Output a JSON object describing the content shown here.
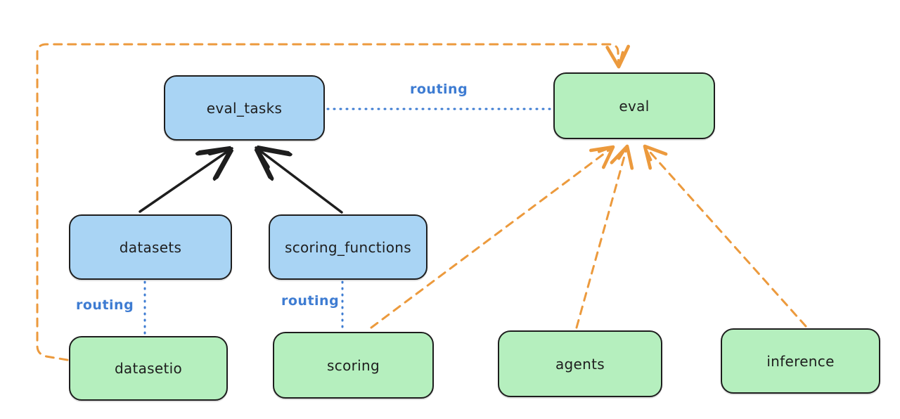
{
  "diagram": {
    "background": "#ffffff",
    "colors": {
      "node_blue_fill": "#a9d4f4",
      "node_green_fill": "#b5efbe",
      "node_stroke": "#1e1e1e",
      "routing_blue": "#3e7cd2",
      "orange_dashed": "#ec9a3d",
      "black_arrow": "#1e1e1e"
    },
    "nodes": [
      {
        "id": "eval_tasks",
        "label": "eval_tasks",
        "color": "blue"
      },
      {
        "id": "eval",
        "label": "eval",
        "color": "green"
      },
      {
        "id": "datasets",
        "label": "datasets",
        "color": "blue"
      },
      {
        "id": "scoring_functions",
        "label": "scoring_functions",
        "color": "blue"
      },
      {
        "id": "datasetio",
        "label": "datasetio",
        "color": "green"
      },
      {
        "id": "scoring",
        "label": "scoring",
        "color": "green"
      },
      {
        "id": "agents",
        "label": "agents",
        "color": "green"
      },
      {
        "id": "inference",
        "label": "inference",
        "color": "green"
      }
    ],
    "edges": [
      {
        "from": "eval_tasks",
        "to": "eval",
        "style": "dotted-blue",
        "label": "routing"
      },
      {
        "from": "datasets",
        "to": "datasetio",
        "style": "dotted-blue",
        "label": "routing"
      },
      {
        "from": "scoring_functions",
        "to": "scoring",
        "style": "dotted-blue",
        "label": "routing"
      },
      {
        "from": "datasets",
        "to": "eval_tasks",
        "style": "solid-black-arrow",
        "label": ""
      },
      {
        "from": "scoring_functions",
        "to": "eval_tasks",
        "style": "solid-black-arrow",
        "label": ""
      },
      {
        "from": "datasetio",
        "to": "eval",
        "style": "dashed-orange-arrow",
        "label": ""
      },
      {
        "from": "scoring",
        "to": "eval",
        "style": "dashed-orange-arrow",
        "label": ""
      },
      {
        "from": "agents",
        "to": "eval",
        "style": "dashed-orange-arrow",
        "label": ""
      },
      {
        "from": "inference",
        "to": "eval",
        "style": "dashed-orange-arrow",
        "label": ""
      }
    ]
  }
}
